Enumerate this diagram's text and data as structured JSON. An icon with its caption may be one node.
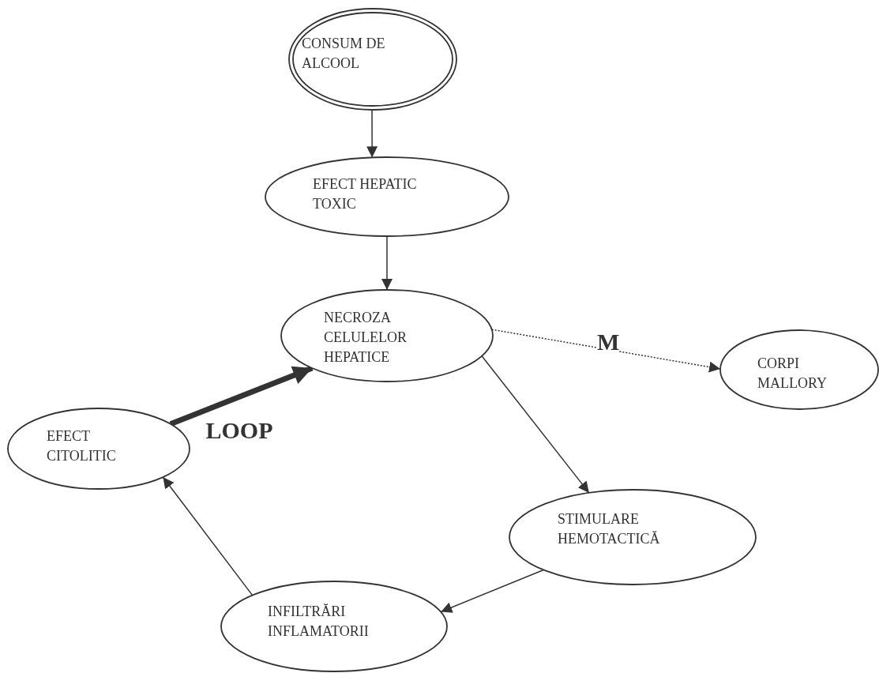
{
  "diagram": {
    "nodes": [
      {
        "text": [
          "CONSUM  DE ALCOOL"
        ]
      },
      {
        "text": [
          "EFECT HEPATIC TOXIC"
        ]
      },
      {
        "text": [
          "NECROZA CELULELOR HEPATICE"
        ]
      },
      {
        "text": [
          "CORPI MALLORY"
        ]
      },
      {
        "text": [
          "EFECT CITOLITIC"
        ]
      },
      {
        "text": [
          "STIMULARE HEMOTACTICĂ"
        ]
      },
      {
        "text": [
          "INFILTRĂRI INFLAMATORII"
        ]
      }
    ],
    "edges": [
      {
        "from": 0,
        "to": 1,
        "arrow": "to"
      },
      {
        "from": 1,
        "to": 2,
        "arrow": "to"
      },
      {
        "from": 2,
        "to": 3,
        "arrow": "to",
        "label": "M",
        "style": "dashed"
      },
      {
        "from": 2,
        "to": 5,
        "arrow": "to"
      },
      {
        "from": 5,
        "to": 6,
        "arrow": "to"
      },
      {
        "from": 6,
        "to": 4,
        "arrow": "to"
      },
      {
        "from": 4,
        "to": 2,
        "arrow": "to",
        "label": "LOOP",
        "style": "thick"
      }
    ]
  }
}
